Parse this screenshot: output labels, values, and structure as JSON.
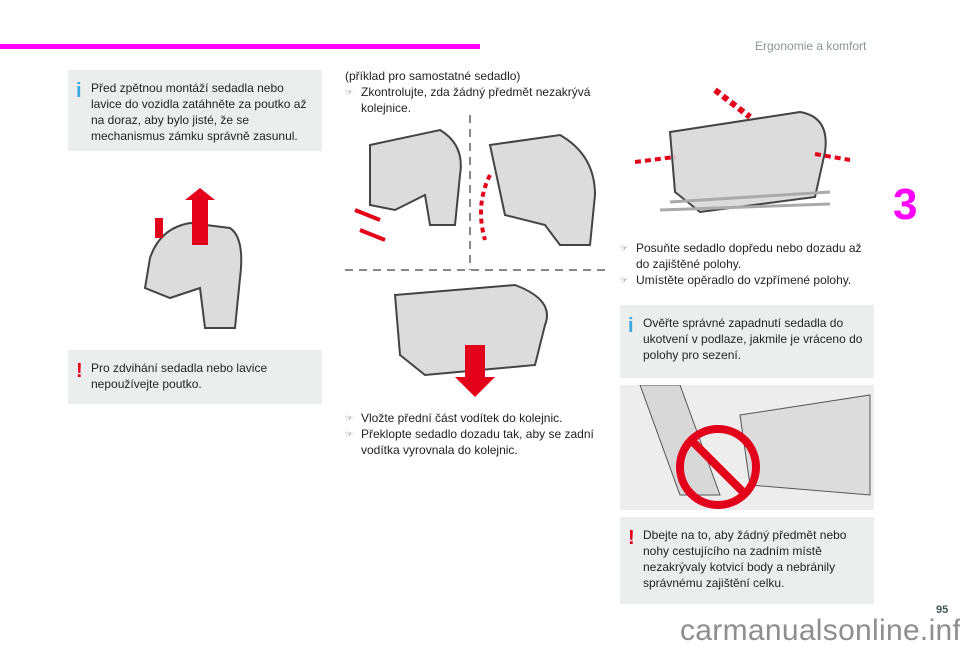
{
  "header": {
    "section_title": "Ergonomie a komfort",
    "chapter_number": "3"
  },
  "left": {
    "info_box": "Před zpětnou montáží sedadla nebo lavice do vozidla zatáhněte za poutko až na doraz, aby bylo jisté, že se mechanismus zámku správně zasunul.",
    "warning_box": "Pro zdvihání sedadla nebo lavice nepoužívejte poutko."
  },
  "middle": {
    "intro": "(příklad pro samostatné sedadlo)",
    "bullets_top": [
      "Zkontrolujte, zda žádný předmět nezakrývá kolejnice."
    ],
    "bullets_bottom": [
      "Vložte přední část vodítek do kolejnic.",
      "Překlopte sedadlo dozadu tak, aby se zadní vodítka vyrovnala do kolejnic."
    ]
  },
  "right": {
    "bullets": [
      "Posuňte sedadlo dopředu nebo dozadu až do zajištěné polohy.",
      "Umístěte opěradlo do vzpřímené polohy."
    ],
    "info_box": "Ověřte správné zapadnutí sedadla do ukotvení v podlaze, jakmile je vráceno do polohy pro sezení.",
    "warning_box": "Dbejte na to, aby žádný předmět nebo nohy cestujícího na zadním místě nezakrývaly kotvicí body a nebránily správnému zajištění celku."
  },
  "footer": {
    "page_number": "95",
    "watermark": "carmanualsonline.info"
  },
  "colors": {
    "accent": "#ff00ff",
    "info": "#3aa8e0",
    "warning": "#e3001b",
    "box_bg": "#eceeee"
  }
}
